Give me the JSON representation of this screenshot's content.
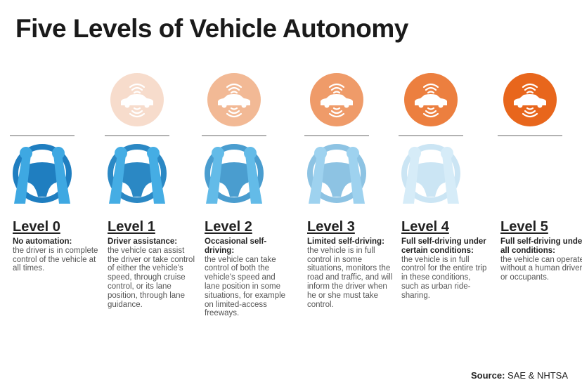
{
  "title": "Five Levels of Vehicle Autonomy",
  "levels": [
    {
      "label": "Level 0",
      "heading": "No automation:",
      "description": "the driver is in complete control of the vehicle at all times.",
      "circle_color": null,
      "wheel_color": "#1f7ec0",
      "arm_color": "#3ea8e2"
    },
    {
      "label": "Level 1",
      "heading": "Driver assistance:",
      "description": "the vehicle can assist the driver or take control of either the vehicle's speed, through cruise control, or its lane position, through lane guidance.",
      "circle_color": "#f7dccc",
      "wheel_color": "#2b88c4",
      "arm_color": "#45ade4"
    },
    {
      "label": "Level 2",
      "heading": "Occasional self-driving:",
      "description": "the vehicle can take control of both the vehicle's speed and lane position in some situations, for example on limited-access freeways.",
      "circle_color": "#f2b995",
      "wheel_color": "#4a9dcf",
      "arm_color": "#63bbe8"
    },
    {
      "label": "Level 3",
      "heading": "Limited self-driving:",
      "description": "the vehicle is in full control in some situations, monitors the road and traffic, and will inform the driver when he or she must take control.",
      "circle_color": "#ef9b69",
      "wheel_color": "#8dc3e3",
      "arm_color": "#9ed2ef"
    },
    {
      "label": "Level 4",
      "heading": "Full self-driving under certain conditions:",
      "description": "the vehicle is in full control for the entire trip in these conditions, such as urban ride-sharing.",
      "circle_color": "#ec7f3f",
      "wheel_color": "#cbe5f4",
      "arm_color": "#d6ecf8"
    },
    {
      "label": "Level 5",
      "heading": "Full self-driving under all conditions:",
      "description": "the vehicle can operate without a human driver or occupants.",
      "circle_color": "#e8661c",
      "wheel_color": null,
      "arm_color": null
    }
  ],
  "source": {
    "label": "Source:",
    "value": "SAE & NHTSA"
  }
}
